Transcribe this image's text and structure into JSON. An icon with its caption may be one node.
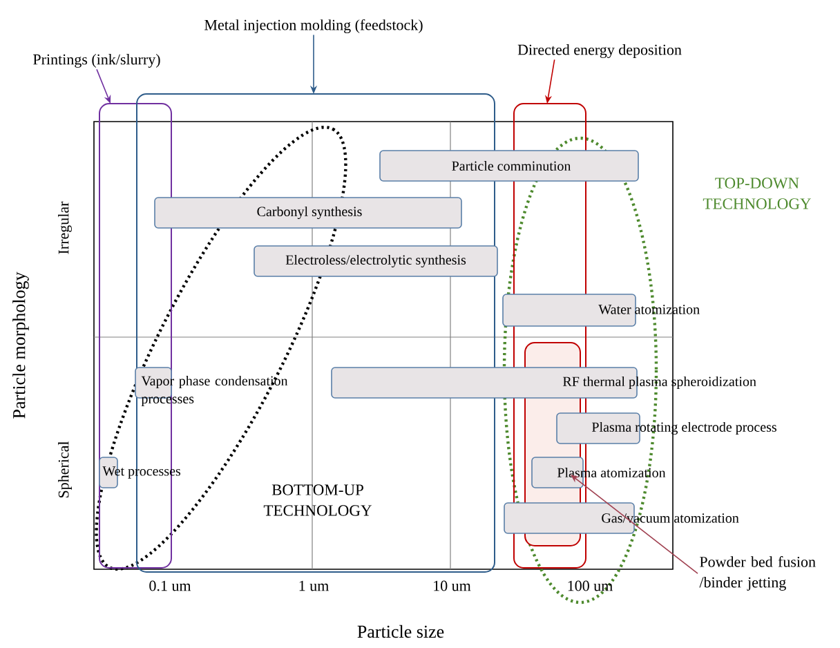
{
  "diagram": {
    "nodes": [
      {
        "text": [
          "Printings (ink/slurry)"
        ]
      },
      {
        "text": [],
        "shape": "box"
      },
      {
        "text": [
          "Metal injection molding (feedstock)"
        ]
      },
      {
        "text": [],
        "shape": "box"
      },
      {
        "text": [
          "Directed energy deposition"
        ]
      },
      {
        "text": [],
        "shape": "box"
      },
      {
        "text": [
          "Particle comminution"
        ]
      },
      {
        "text": [
          "Carbonyl synthesis"
        ],
        "in": 3
      },
      {
        "text": [
          "Electroless/electrolytic synthesis"
        ],
        "in": 3
      },
      {
        "text": [
          "Water atomization"
        ]
      },
      {
        "text": [
          "Vapor phase condensation processes"
        ]
      },
      {
        "text": [
          "RF thermal plasma spheroidization"
        ]
      },
      {
        "text": [
          "Plasma rotating electrode process"
        ]
      },
      {
        "text": [
          "Plasma atomization"
        ],
        "in": 16
      },
      {
        "text": [
          "Wet processes"
        ],
        "in": 1
      },
      {
        "text": [
          "Gas/vacuum atomization"
        ]
      },
      {
        "text": [],
        "shape": "box",
        "in": 5
      },
      {
        "text": [
          "Powder bed fusion /binder jetting"
        ]
      }
    ],
    "edges": [
      {
        "from": 0,
        "to": 1,
        "arrow": "to",
        "color": "#7030a0"
      },
      {
        "from": 2,
        "to": 3,
        "arrow": "to",
        "color": "#2e5c8a"
      },
      {
        "from": 4,
        "to": 5,
        "arrow": "to",
        "color": "#c00000"
      },
      {
        "from": 17,
        "to": 16,
        "arrow": "to",
        "color": "#a04050"
      }
    ],
    "labels": [
      "Particle morphology",
      "Irregular",
      "Spherical",
      "0.1 um",
      "1 um",
      "10 um",
      "100 um",
      "Particle size",
      "TOP-DOWN TECHNOLOGY",
      "BOTTOM-UP TECHNOLOGY"
    ]
  }
}
